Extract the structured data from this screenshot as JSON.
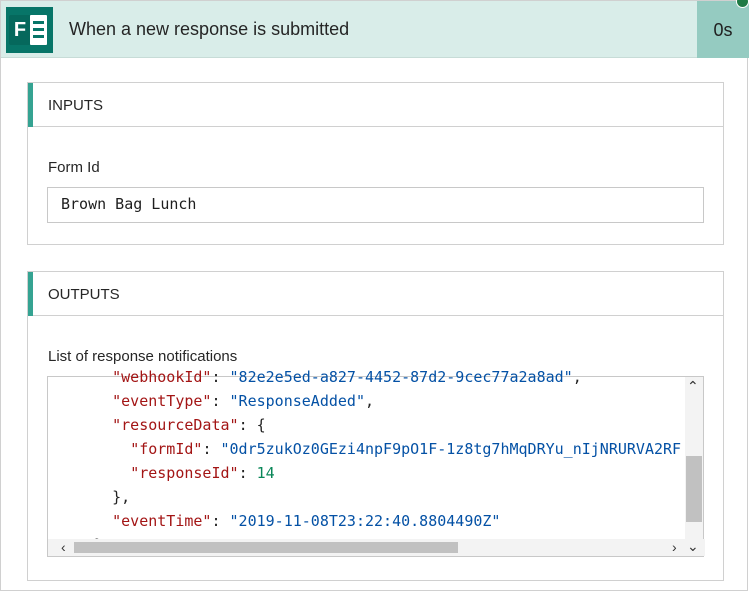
{
  "header": {
    "logo_letter": "F",
    "title": "When a new response is submitted",
    "duration": "0s"
  },
  "inputs": {
    "section_label": "INPUTS",
    "form_id_label": "Form Id",
    "form_id_value": "Brown Bag Lunch"
  },
  "outputs": {
    "section_label": "OUTPUTS",
    "notifications_label": "List of response notifications",
    "json_lines": [
      "    \"webhookId\": \"82e2e5ed-a827-4452-87d2-9cec77a2a8ad\",",
      "    \"eventType\": \"ResponseAdded\",",
      "    \"resourceData\": {",
      "      \"formId\": \"0dr5zukOz0GEzi4npF9pO1F-1z8tg7hMqDRYu_nIjNRURVA2RF",
      "      \"responseId\": 14",
      "    },",
      "    \"eventTime\": \"2019-11-08T23:22:40.8804490Z\"",
      "  }"
    ]
  },
  "icons": {
    "scroll_up": "chevron-up-icon",
    "scroll_down": "chevron-down-icon",
    "scroll_left": "chevron-left-icon",
    "scroll_right": "chevron-right-icon"
  },
  "colors": {
    "header_bg": "#d9ede9",
    "duration_bg": "#95cbc1",
    "accent": "#35a392",
    "forms_brand": "#077568"
  }
}
